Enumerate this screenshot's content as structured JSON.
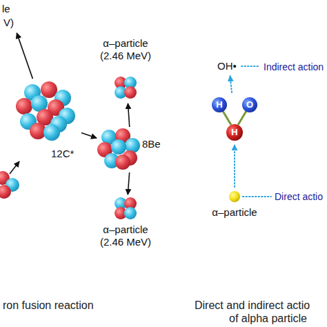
{
  "diagram": {
    "nodes": [
      {
        "text": [
          "le",
          "V)"
        ]
      },
      {
        "text": [
          "12C*"
        ]
      },
      {
        "text": [
          "8Be"
        ]
      },
      {
        "text": [
          "α–particle",
          "(2.46 MeV)"
        ]
      },
      {
        "text": [
          "α–particle",
          "(2.46 MeV)"
        ]
      },
      {
        "text": [
          "OH•"
        ]
      },
      {
        "text": [
          "H",
          "O",
          "H"
        ]
      },
      {
        "text": [
          "α–particle"
        ]
      }
    ],
    "edges": [
      {
        "from": 1,
        "to": 0,
        "arrow": "to"
      },
      {
        "from": 1,
        "to": 2,
        "arrow": "to"
      },
      {
        "from": 2,
        "to": 3,
        "arrow": "to"
      },
      {
        "from": 2,
        "to": 4,
        "arrow": "to"
      },
      {
        "from": 7,
        "to": 6,
        "arrow": "to"
      },
      {
        "from": 6,
        "to": 5,
        "arrow": "to"
      }
    ],
    "labels": [
      "Indirect action",
      "Direct actio",
      "ron fusion reaction",
      "Direct and indirect actio",
      "of alpha particle"
    ]
  }
}
